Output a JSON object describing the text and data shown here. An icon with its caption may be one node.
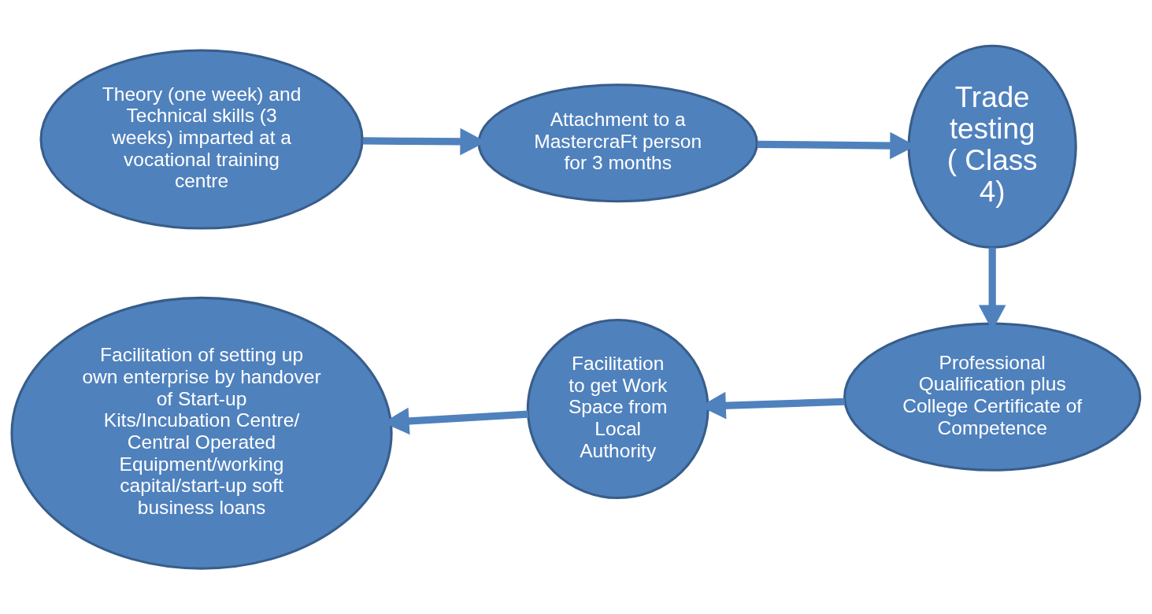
{
  "diagram": {
    "nodes": [
      {
        "text": [
          "Theory (one week) and Technical skills (3 weeks) imparted at a vocational training centre"
        ]
      },
      {
        "text": [
          "Attachment to a MastercraFt person for 3 months"
        ]
      },
      {
        "text": [
          "Trade testing ( Class 4)"
        ]
      },
      {
        "text": [
          "Facilitation of setting up own enterprise by handover of Start-up Kits/Incubation Centre/ Central Operated Equipment/working capital/start-up soft business loans"
        ]
      },
      {
        "text": [
          "Facilitation to get Work Space from Local Authority"
        ]
      },
      {
        "text": [
          "Professional Qualification plus College Certificate of Competence"
        ]
      }
    ],
    "edges": [
      {
        "from": 0,
        "to": 1,
        "arrow": "to"
      },
      {
        "from": 1,
        "to": 2,
        "arrow": "to"
      },
      {
        "from": 2,
        "to": 5,
        "arrow": "to"
      },
      {
        "from": 5,
        "to": 4,
        "arrow": "to"
      },
      {
        "from": 4,
        "to": 3,
        "arrow": "to"
      }
    ]
  }
}
